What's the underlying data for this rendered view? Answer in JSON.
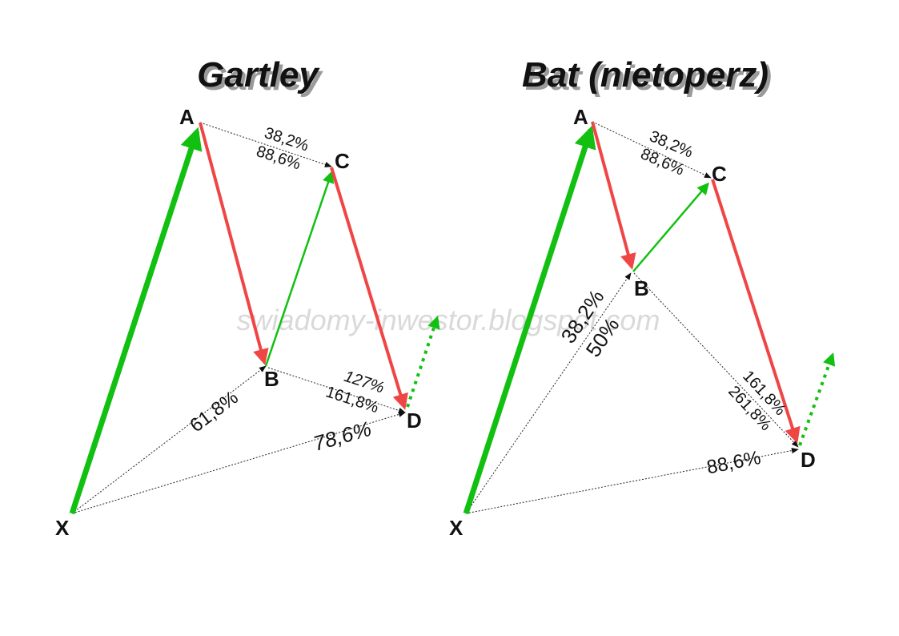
{
  "watermark": "swiadomy-inwestor.blogspot.com",
  "colors": {
    "bullish": "#11c011",
    "bearish": "#f04545",
    "guide": "#222222"
  },
  "patterns": [
    {
      "title": "Gartley",
      "points": {
        "X": "X",
        "A": "A",
        "B": "B",
        "C": "C",
        "D": "D"
      },
      "ratios": {
        "ac_top": "38,2%",
        "ac_bottom": "88,6%",
        "xb": "61,8%",
        "bd_top": "127%",
        "bd_bottom": "161,8%",
        "xd": "78,6%"
      }
    },
    {
      "title": "Bat (nietoperz)",
      "points": {
        "X": "X",
        "A": "A",
        "B": "B",
        "C": "C",
        "D": "D"
      },
      "ratios": {
        "ac_top": "38,2%",
        "ac_bottom": "88,6%",
        "xb_top": "38,2%",
        "xb_bottom": "50%",
        "bd_top": "161,8%",
        "bd_bottom": "261,8%",
        "xd": "88,6%"
      }
    }
  ]
}
